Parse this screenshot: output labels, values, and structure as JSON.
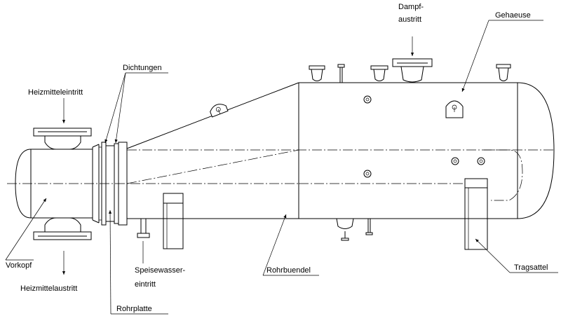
{
  "labels": {
    "dampf_1": "Dampf-",
    "dampf_2": "austritt",
    "gehaeuse": "Gehaeuse",
    "dichtungen": "Dichtungen",
    "heizmitteleintritt": "Heizmitteleintritt",
    "vorkopf": "Vorkopf",
    "heizmittelaustritt": "Heizmittelaustritt",
    "speisewasser_1": "Speisewasser-",
    "speisewasser_2": "eintritt",
    "rohrplatte": "Rohrplatte",
    "rohrbuendel": "Rohrbuendel",
    "tragsattel": "Tragsattel"
  }
}
